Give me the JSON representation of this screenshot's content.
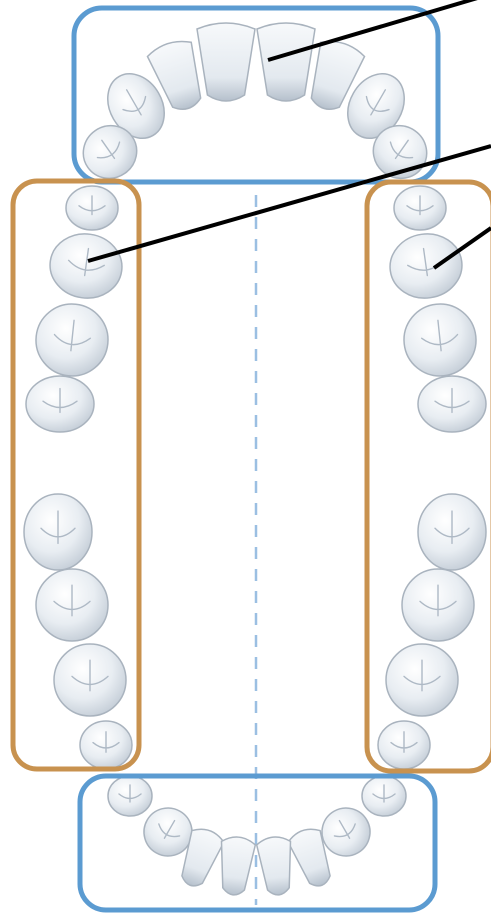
{
  "diagram": {
    "colors": {
      "background": "#ffffff",
      "anterior_region_box": "#5b9bd1",
      "posterior_region_box": "#c8924f",
      "midline": "#9bbfe2",
      "pointer_line": "#000000",
      "tooth_fill": "#eef2f6",
      "tooth_shade": "#c3ccd6",
      "tooth_outline": "#a9b3be"
    },
    "regions": [
      {
        "id": "upper-anterior",
        "kind": "anterior",
        "icon": "upper-front-teeth"
      },
      {
        "id": "left-posterior",
        "kind": "posterior",
        "icon": "left-back-teeth"
      },
      {
        "id": "right-posterior",
        "kind": "posterior",
        "icon": "right-back-teeth"
      },
      {
        "id": "lower-anterior",
        "kind": "anterior",
        "icon": "lower-front-teeth"
      }
    ],
    "pointer_lines": 3,
    "midline": "dashed"
  }
}
